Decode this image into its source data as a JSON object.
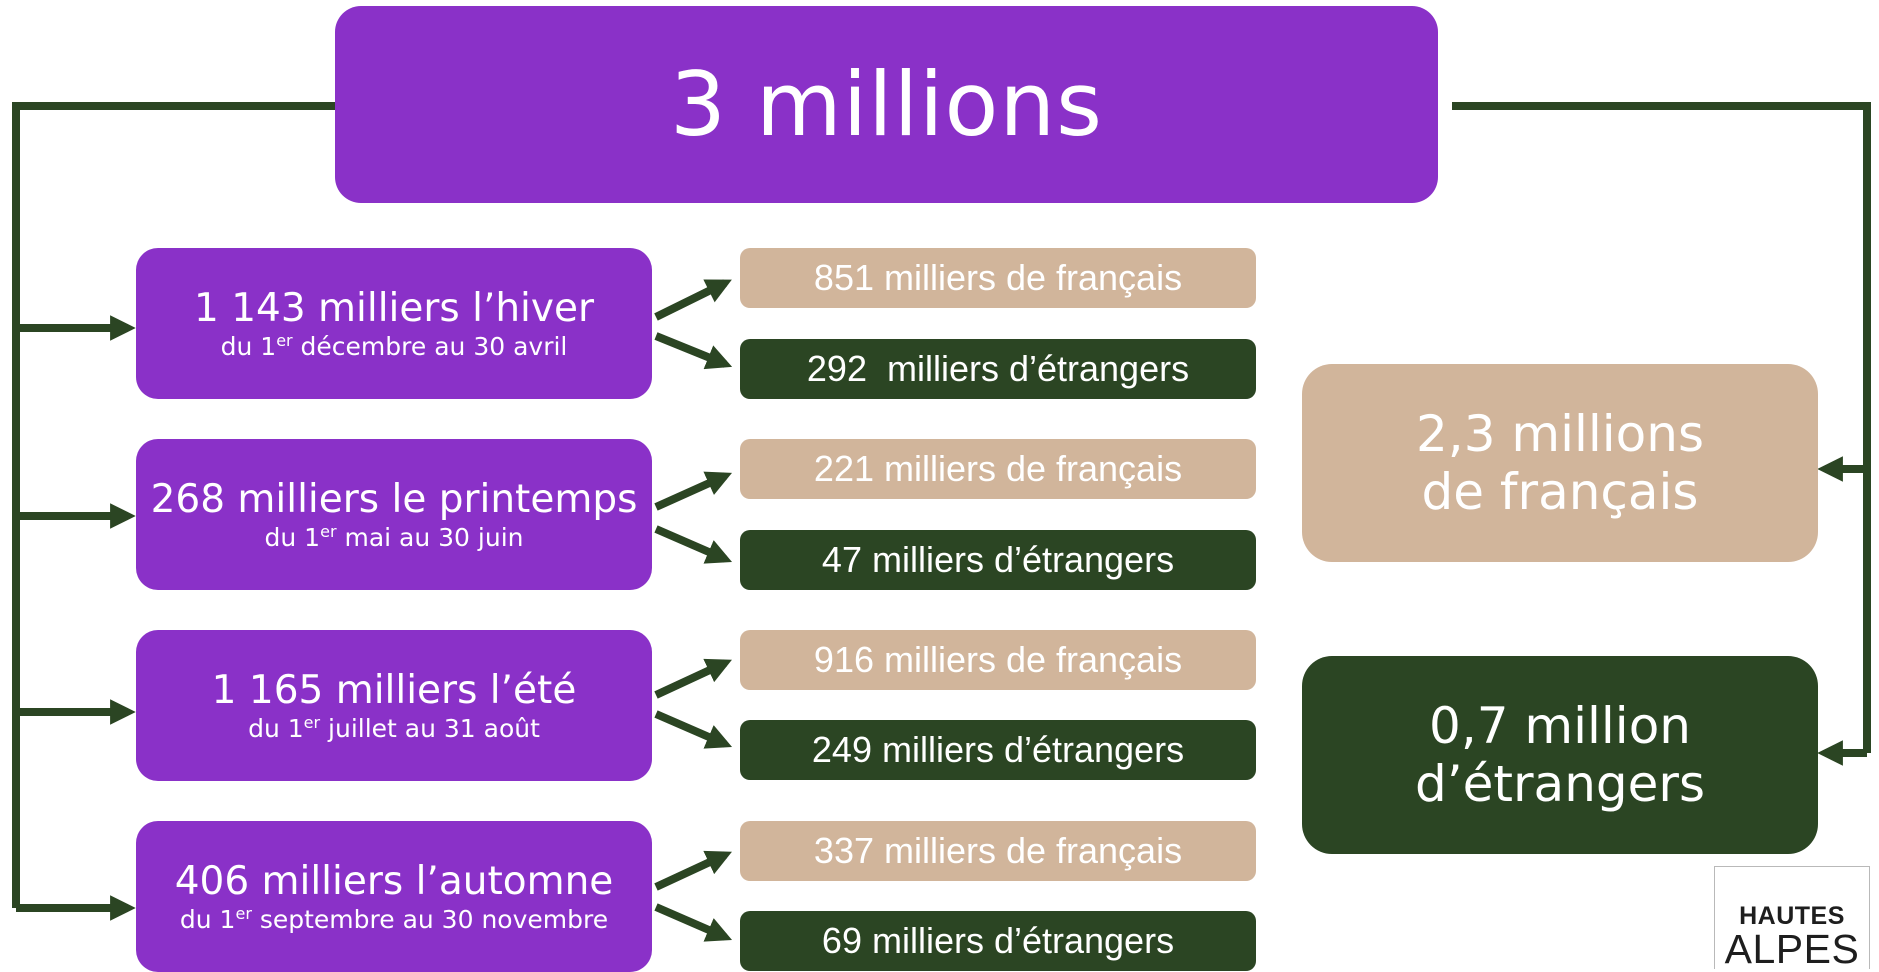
{
  "colors": {
    "purple": "#8a31c8",
    "beige": "#d1b59b",
    "dark_green": "#2b4523",
    "connector": "#2b4523"
  },
  "total": "3 millions",
  "seasons": [
    {
      "title": "1 143 milliers l’hiver",
      "period_pre": "du 1",
      "period_sup": "er",
      "period_post": " décembre au 30 avril",
      "french": "851 milliers de français",
      "foreign": "292  milliers d’étrangers"
    },
    {
      "title": "268 milliers le printemps",
      "period_pre": "du 1",
      "period_sup": "er",
      "period_post": " mai au 30 juin",
      "french": "221 milliers de français",
      "foreign": "47 milliers d’étrangers"
    },
    {
      "title": "1 165 milliers l’été",
      "period_pre": "du 1",
      "period_sup": "er",
      "period_post": " juillet au 31 août",
      "french": "916 milliers de français",
      "foreign": "249 milliers d’étrangers"
    },
    {
      "title": "406 milliers l’automne",
      "period_pre": "du 1",
      "period_sup": "er",
      "period_post": " septembre au 30 novembre",
      "french": "337 milliers de français",
      "foreign": "69 milliers d’étrangers"
    }
  ],
  "summary": {
    "french_line1": "2,3 millions",
    "french_line2": "de français",
    "foreign_line1": "0,7 million",
    "foreign_line2": "d’étrangers"
  },
  "logo": {
    "line1": "HAUTES",
    "line2": "ALPES"
  }
}
